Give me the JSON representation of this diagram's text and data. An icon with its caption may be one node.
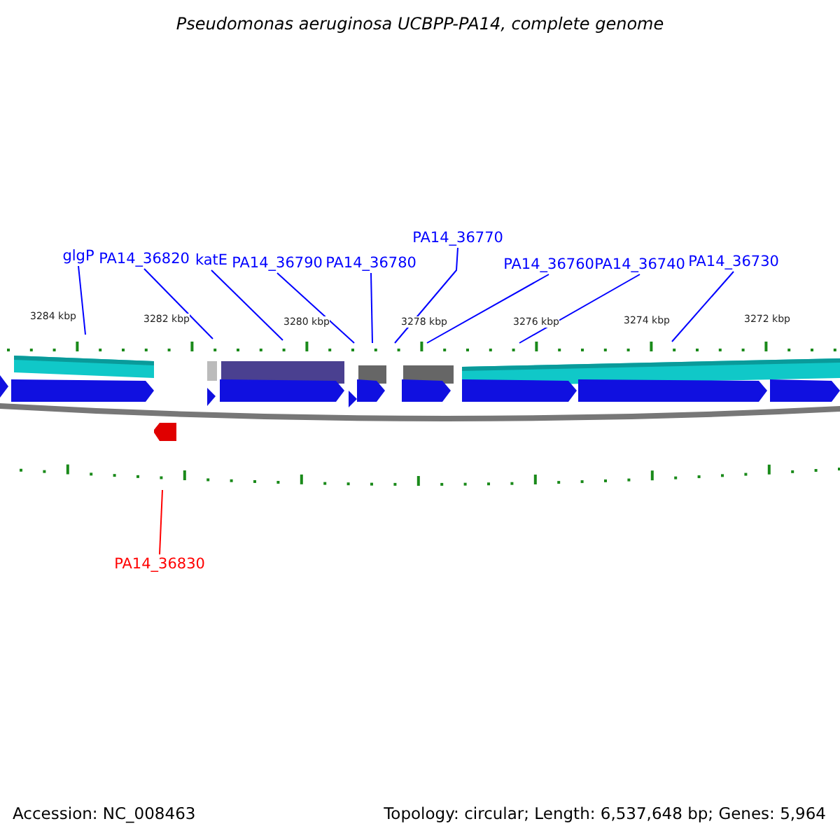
{
  "diagram": {
    "title": "Pseudomonas aeruginosa UCBPP-PA14, complete genome",
    "nodes": [
      {
        "text": [
          "glgP"
        ]
      },
      {
        "text": [
          "PA14_36820"
        ]
      },
      {
        "text": [
          "katE"
        ]
      },
      {
        "text": [
          "PA14_36790"
        ]
      },
      {
        "text": [
          "PA14_36780"
        ]
      },
      {
        "text": [
          "PA14_36770"
        ]
      },
      {
        "text": [
          "PA14_36760"
        ]
      },
      {
        "text": [
          "PA14_36740"
        ]
      },
      {
        "text": [
          "PA14_36730"
        ]
      },
      {
        "text": [
          "PA14_36830"
        ]
      }
    ],
    "edges": [
      {
        "from": 0,
        "to": null,
        "arrow": "none"
      },
      {
        "from": 1,
        "to": null,
        "arrow": "none"
      },
      {
        "from": 2,
        "to": null,
        "arrow": "none"
      },
      {
        "from": 3,
        "to": null,
        "arrow": "none"
      },
      {
        "from": 4,
        "to": null,
        "arrow": "none"
      },
      {
        "from": 5,
        "to": null,
        "arrow": "none"
      },
      {
        "from": 6,
        "to": null,
        "arrow": "none"
      },
      {
        "from": 7,
        "to": null,
        "arrow": "none"
      },
      {
        "from": 8,
        "to": null,
        "arrow": "none"
      },
      {
        "from": 9,
        "to": null,
        "arrow": "none",
        "color": "#ff0000"
      }
    ],
    "labels": [
      "3284 kbp",
      "3282 kbp",
      "3280 kbp",
      "3278 kbp",
      "3276 kbp",
      "3274 kbp",
      "3272 kbp",
      "Accession: NC_008463",
      "Topology: circular; Length: 6,537,648 bp; Genes: 5,964"
    ]
  }
}
